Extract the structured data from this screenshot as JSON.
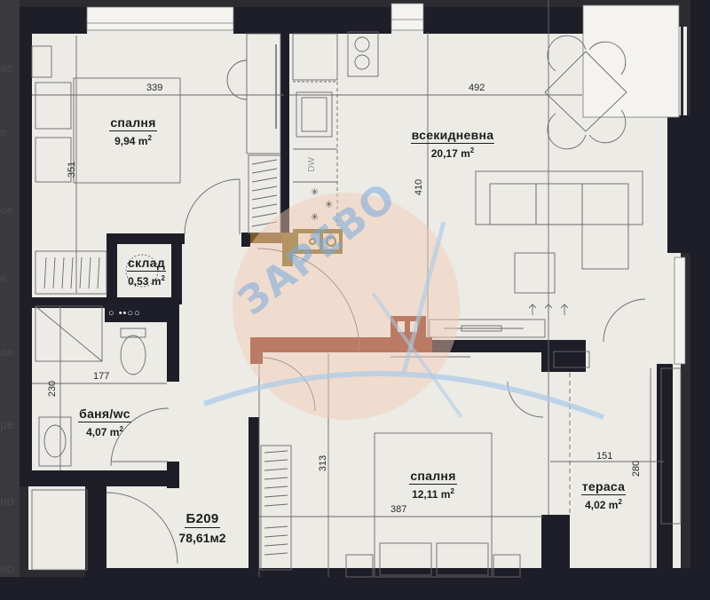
{
  "plan": {
    "unit_id": "Б209",
    "total_area": "78,61м2",
    "watermark": "ЗАРЕВО",
    "colors": {
      "wall": "#1e1e28",
      "floor": "#ecebe6",
      "line": "#6a6a6a",
      "watermark_circle": "#f6c9b4",
      "watermark_swoosh": "#a9cbe8",
      "watermark_text": "#7fb0dc",
      "tinted_wall_brown": "#8a3a22",
      "tinted_wall_olive": "#7a6a22"
    }
  },
  "rooms": [
    {
      "id": "bedroom-1",
      "name": "спалня",
      "area_value": "9,94 m",
      "area_unit_sup": "2"
    },
    {
      "id": "living-room",
      "name": "всекидневна",
      "area_value": "20,17 m",
      "area_unit_sup": "2"
    },
    {
      "id": "storage",
      "name": "склад",
      "area_value": "0,53 m",
      "area_unit_sup": "2"
    },
    {
      "id": "bathroom",
      "name": "баня/wc",
      "area_value": "4,07 m",
      "area_unit_sup": "2"
    },
    {
      "id": "bedroom-2",
      "name": "спалня",
      "area_value": "12,11 m",
      "area_unit_sup": "2"
    },
    {
      "id": "terrace",
      "name": "тераса",
      "area_value": "4,02 m",
      "area_unit_sup": "2"
    }
  ],
  "dimensions": {
    "bedroom1_width": "339",
    "bedroom1_depth": "351",
    "living_width": "492",
    "living_depth": "410",
    "bath_width": "177",
    "bath_depth": "230",
    "bedroom2_depth": "313",
    "bedroom2_width": "387",
    "terrace_width": "151",
    "terrace_depth": "280"
  },
  "appliances": {
    "dishwasher": "DW"
  },
  "edge_text": [
    "ас",
    "е",
    "ое",
    "е",
    "ае",
    "ре",
    "но",
    "но"
  ]
}
